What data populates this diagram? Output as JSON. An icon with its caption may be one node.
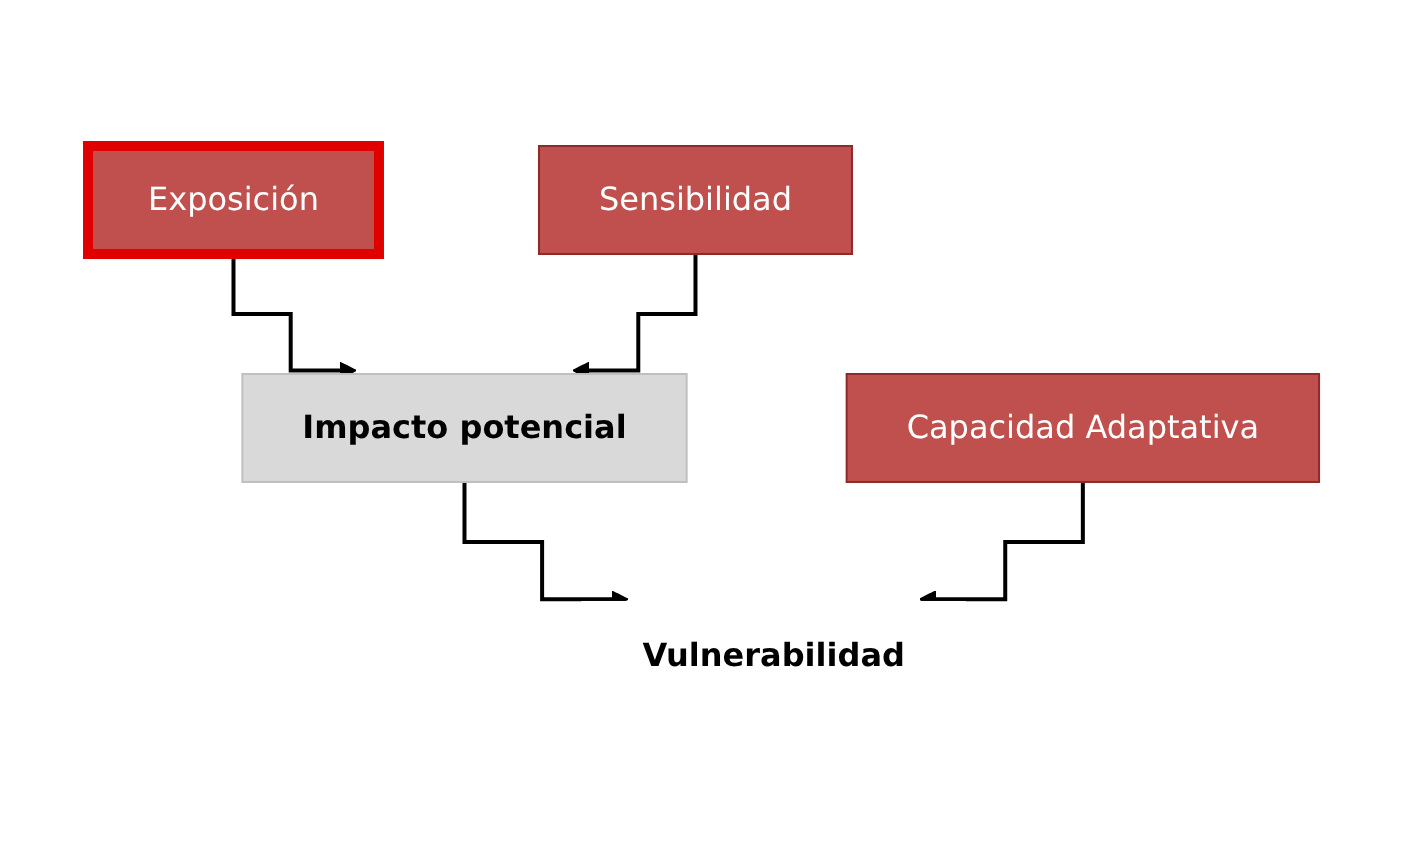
{
  "diagram": {
    "nodes": [
      {
        "text": [
          "Exposición"
        ]
      },
      {
        "text": [
          "Sensibilidad"
        ]
      },
      {
        "text": [
          "Impacto potencial"
        ]
      },
      {
        "text": [
          "Capacidad Adaptativa"
        ]
      },
      {
        "text": [
          "Vulnerabilidad"
        ]
      }
    ],
    "edges": [
      {
        "from": 0,
        "to": 2,
        "arrow": "to"
      },
      {
        "from": 1,
        "to": 2,
        "arrow": "to"
      },
      {
        "from": 2,
        "to": 4,
        "arrow": "to"
      },
      {
        "from": 3,
        "to": 4,
        "arrow": "to"
      }
    ]
  }
}
